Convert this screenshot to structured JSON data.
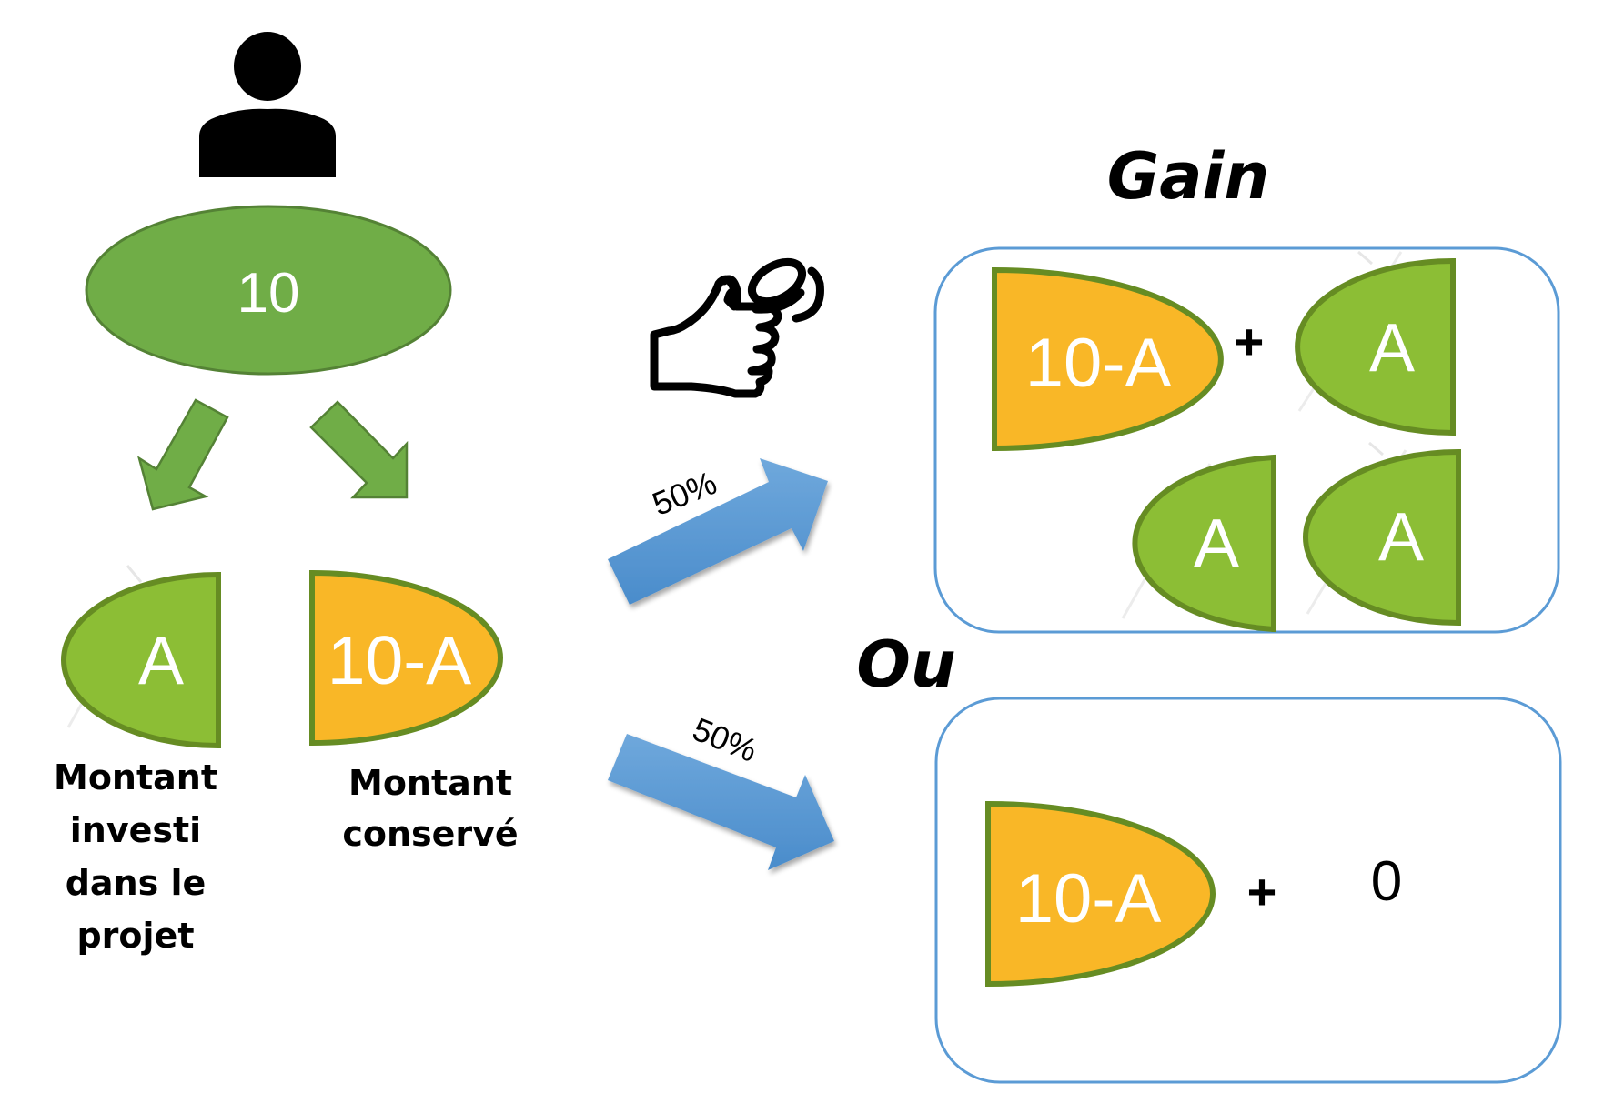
{
  "person": {
    "icon": "person-icon"
  },
  "endowment": {
    "value": "10"
  },
  "split": {
    "invested": {
      "symbol": "A",
      "label_lines": [
        "Montant",
        "investi",
        "dans le",
        "projet"
      ]
    },
    "kept": {
      "symbol": "10-A",
      "label_lines": [
        "Montant",
        "conservé"
      ]
    }
  },
  "coin_flip": {
    "icon": "coin-flip-hand-icon"
  },
  "outcomes": {
    "gain": {
      "title": "Gain",
      "probability": "50%",
      "kept_symbol": "10-A",
      "plus": "+",
      "returns": [
        "A",
        "A",
        "A"
      ]
    },
    "separator": "Ou",
    "loss": {
      "probability": "50%",
      "kept_symbol": "10-A",
      "plus": "+",
      "return_value": "0"
    }
  },
  "colors": {
    "endowment_fill": "#70AD47",
    "endowment_stroke": "#548235",
    "invested_fill": "#8CBE35",
    "kept_fill": "#F9B727",
    "segment_stroke": "#668C23",
    "down_arrow_fill": "#70AD47",
    "down_arrow_stroke": "#548235",
    "outcome_arrow": "#5B9BD5",
    "box_border": "#5B9BD5",
    "text_dark": "#000000",
    "text_light": "#ffffff"
  }
}
